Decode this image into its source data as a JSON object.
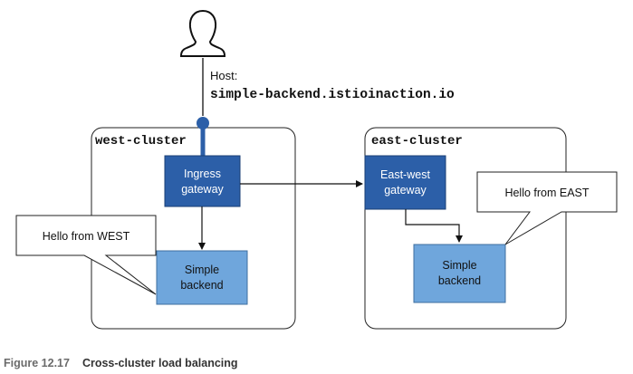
{
  "host": {
    "label": "Host:",
    "value": "simple-backend.istioinaction.io"
  },
  "clusters": {
    "west": {
      "label": "west-cluster",
      "gateway": [
        "Ingress",
        "gateway"
      ],
      "backend": [
        "Simple",
        "backend"
      ],
      "callout": "Hello from WEST"
    },
    "east": {
      "label": "east-cluster",
      "gateway": [
        "East-west",
        "gateway"
      ],
      "backend": [
        "Simple",
        "backend"
      ],
      "callout": "Hello from EAST"
    }
  },
  "caption": {
    "number": "Figure 12.17",
    "text": "Cross-cluster load balancing"
  },
  "colors": {
    "gateway_fill": "#2c5fa8",
    "backend_fill": "#6fa6dc",
    "entry_line": "#2c5fa8",
    "caption_number": "#6b6b6b"
  },
  "icons": [
    "user-icon",
    "entry-point-dot"
  ]
}
